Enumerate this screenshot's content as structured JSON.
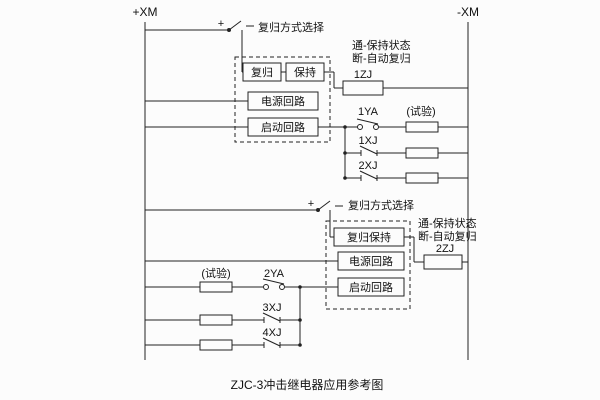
{
  "diagram": {
    "caption": "ZJC-3冲击继电器应用参考图",
    "bus": {
      "left_label": "+XM",
      "right_label": "-XM"
    },
    "top_unit": {
      "plus_terminal": "+",
      "reset_mode_label": "复归方式选择",
      "reset_label": "复归",
      "hold_label": "保持",
      "power_circuit_label": "电源回路",
      "start_circuit_label": "启动回路",
      "state_on_note": "通-保持状态",
      "state_off_note": "断-自动复归",
      "relay_coil_label": "1ZJ",
      "branches": [
        {
          "contact": "1YA",
          "note": "(试验)"
        },
        {
          "contact": "1XJ"
        },
        {
          "contact": "2XJ"
        }
      ]
    },
    "bottom_unit": {
      "plus_terminal": "+",
      "reset_mode_label": "复归方式选择",
      "reset_hold_label": "复归保持",
      "power_circuit_label": "电源回路",
      "start_circuit_label": "启动回路",
      "state_on_note": "通-保持状态",
      "state_off_note": "断-自动复归",
      "relay_coil_label": "2ZJ",
      "branches": [
        {
          "note": "(试验)",
          "contact": "2YA"
        },
        {
          "contact": "3XJ"
        },
        {
          "contact": "4XJ"
        }
      ]
    }
  }
}
